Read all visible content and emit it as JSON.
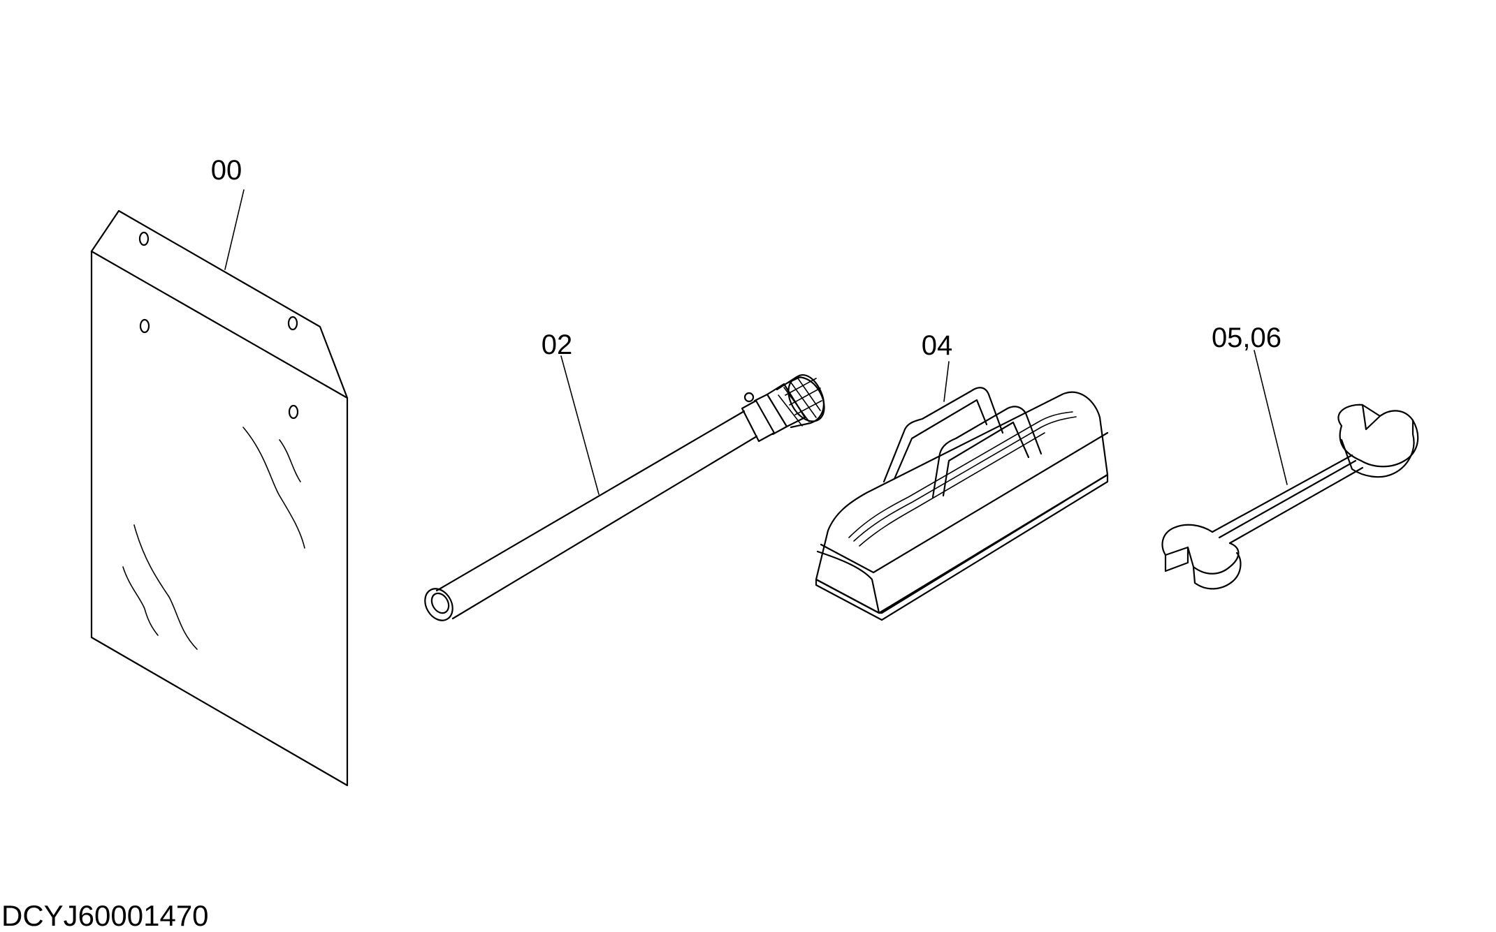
{
  "labels": {
    "manual": "00",
    "pipe": "02",
    "bag": "04",
    "wrench": "05,06"
  },
  "drawing_code": "DCYJ60001470",
  "colors": {
    "line": "#000000",
    "background": "#ffffff"
  }
}
